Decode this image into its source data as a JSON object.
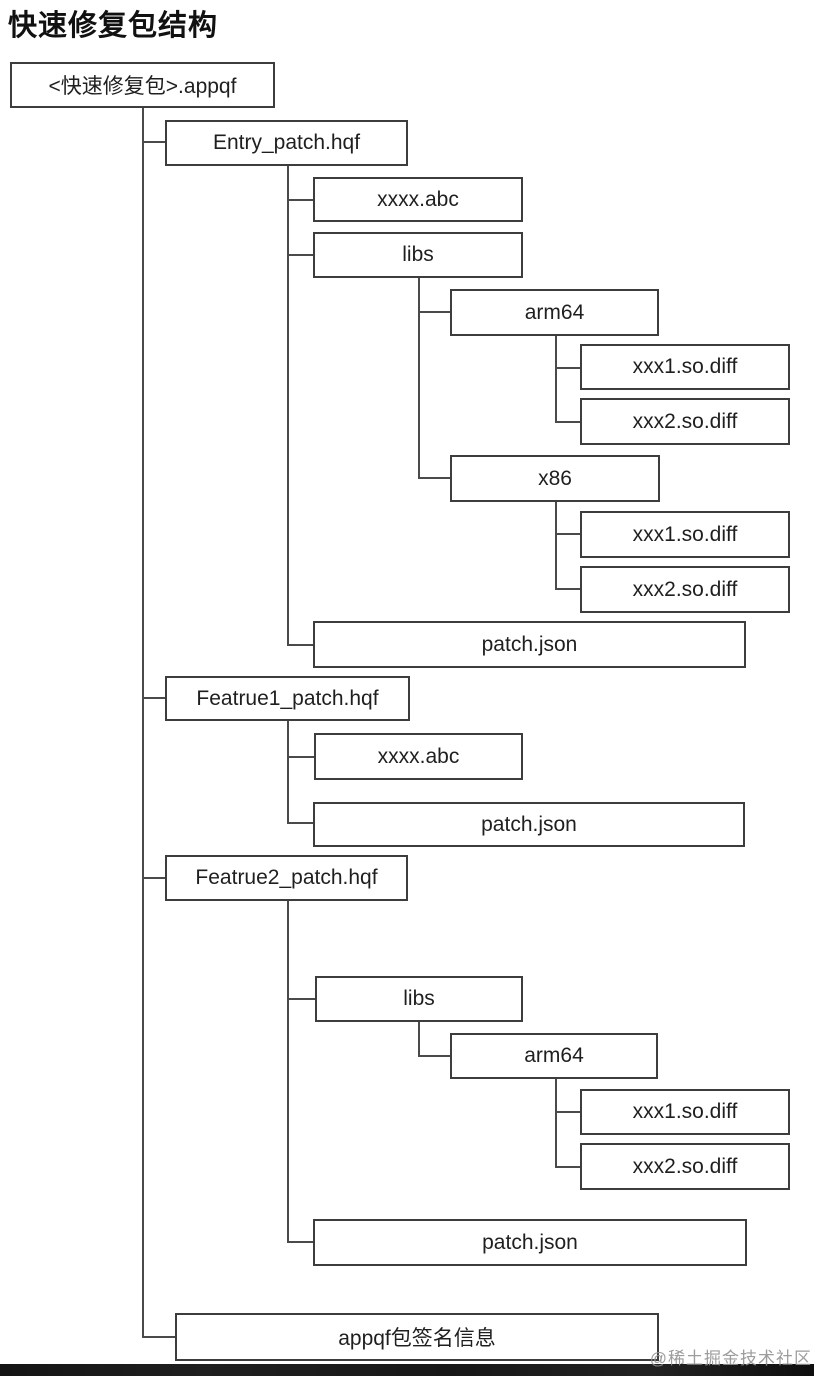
{
  "title": "快速修复包结构",
  "watermark": "@稀土掘金技术社区",
  "colors": {
    "node_border": "#3d3d3d",
    "connector_line": "#4a4a4a",
    "text": "#1f1f1f",
    "watermark": "#919191",
    "footer_bar": "#181818",
    "background": "#ffffff"
  },
  "diagram": {
    "type": "tree",
    "nodes": [
      {
        "id": "root",
        "label": "<快速修复包>.appqf",
        "parent": null
      },
      {
        "id": "entry_patch",
        "label": "Entry_patch.hqf",
        "parent": "root"
      },
      {
        "id": "entry_abc",
        "label": "xxxx.abc",
        "parent": "entry_patch"
      },
      {
        "id": "entry_libs",
        "label": "libs",
        "parent": "entry_patch"
      },
      {
        "id": "entry_libs_arm64",
        "label": "arm64",
        "parent": "entry_libs"
      },
      {
        "id": "entry_arm64_xxx1",
        "label": "xxx1.so.diff",
        "parent": "entry_libs_arm64"
      },
      {
        "id": "entry_arm64_xxx2",
        "label": "xxx2.so.diff",
        "parent": "entry_libs_arm64"
      },
      {
        "id": "entry_libs_x86",
        "label": "x86",
        "parent": "entry_libs"
      },
      {
        "id": "entry_x86_xxx1",
        "label": "xxx1.so.diff",
        "parent": "entry_libs_x86"
      },
      {
        "id": "entry_x86_xxx2",
        "label": "xxx2.so.diff",
        "parent": "entry_libs_x86"
      },
      {
        "id": "entry_patch_json",
        "label": "patch.json",
        "parent": "entry_patch"
      },
      {
        "id": "featrue1_patch",
        "label": "Featrue1_patch.hqf",
        "parent": "root"
      },
      {
        "id": "featrue1_abc",
        "label": "xxxx.abc",
        "parent": "featrue1_patch"
      },
      {
        "id": "featrue1_patch_json",
        "label": "patch.json",
        "parent": "featrue1_patch"
      },
      {
        "id": "featrue2_patch",
        "label": "Featrue2_patch.hqf",
        "parent": "root"
      },
      {
        "id": "featrue2_libs",
        "label": "libs",
        "parent": "featrue2_patch"
      },
      {
        "id": "featrue2_libs_arm64",
        "label": "arm64",
        "parent": "featrue2_libs"
      },
      {
        "id": "featrue2_arm64_xxx1",
        "label": "xxx1.so.diff",
        "parent": "featrue2_libs_arm64"
      },
      {
        "id": "featrue2_arm64_xxx2",
        "label": "xxx2.so.diff",
        "parent": "featrue2_libs_arm64"
      },
      {
        "id": "featrue2_patch_json",
        "label": "patch.json",
        "parent": "featrue2_patch"
      },
      {
        "id": "appqf_signature",
        "label": "appqf包签名信息",
        "parent": "root"
      }
    ]
  }
}
